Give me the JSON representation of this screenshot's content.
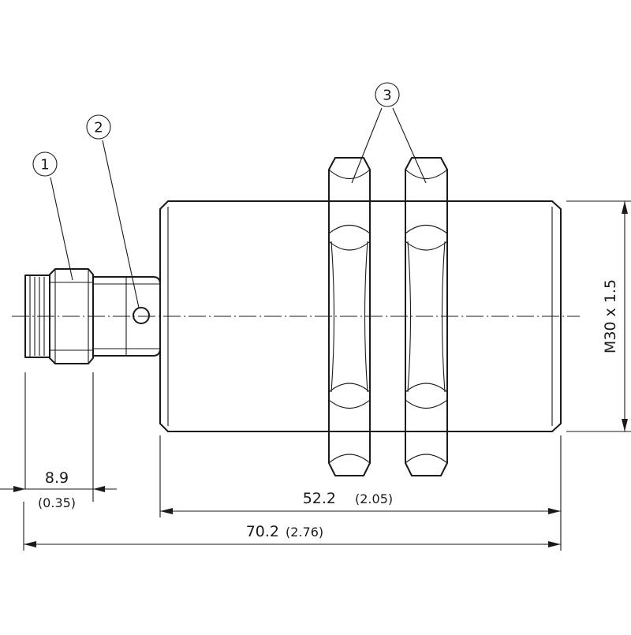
{
  "callouts": [
    "1",
    "2",
    "3"
  ],
  "dimensions": {
    "connector_length": {
      "value": "8.9",
      "inch": "(0.35)"
    },
    "thread_length": {
      "value": "52.2",
      "inch": "(2.05)"
    },
    "total_length": {
      "value": "70.2",
      "inch": "(2.76)"
    },
    "thread_size": "M30 x 1.5"
  }
}
